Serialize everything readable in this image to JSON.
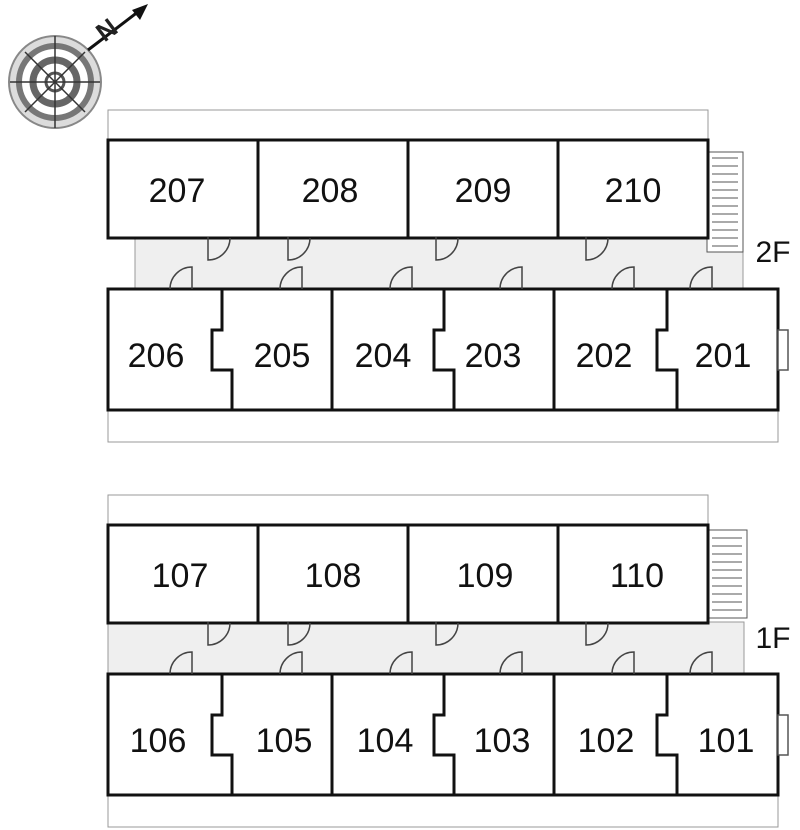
{
  "compass": {
    "north_letter": "N",
    "icon": "compass-rose-icon"
  },
  "floors": [
    {
      "id": "2F",
      "label": "2F",
      "north_rooms": [
        "207",
        "208",
        "209",
        "210"
      ],
      "south_rooms": [
        "206",
        "205",
        "204",
        "203",
        "202",
        "201"
      ]
    },
    {
      "id": "1F",
      "label": "1F",
      "north_rooms": [
        "107",
        "108",
        "109",
        "110"
      ],
      "south_rooms": [
        "106",
        "105",
        "104",
        "103",
        "102",
        "101"
      ]
    }
  ],
  "colors": {
    "corridor": "#efefef",
    "wall": "#111111",
    "balcony": "#bbbbbb"
  }
}
